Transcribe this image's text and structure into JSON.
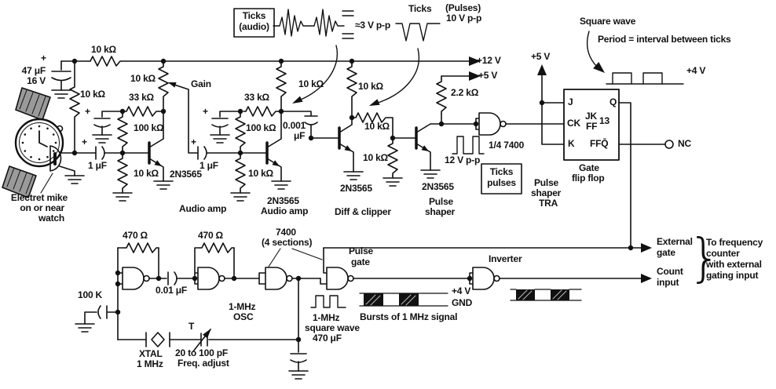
{
  "power": {
    "v12": "+12 V",
    "v5": "+5 V",
    "v5_ff": "+5 V",
    "v4_square": "+4 V",
    "v4_burst": "+4 V",
    "gnd_burst": "GND"
  },
  "input_stage": {
    "plus": "+",
    "cap_main": "47 μF",
    "cap_main_v": "16 V",
    "r_series": "10 kΩ",
    "r_bias": "10 kΩ",
    "pot_value": "10 kΩ",
    "pot_name": "Gain",
    "r_fb_a": "33 kΩ",
    "r_fb_b": "100 kΩ",
    "cap_in": "1 μF",
    "r_base": "10 kΩ",
    "transistor": "2N3565",
    "stage_name": "Audio amp",
    "mic_caption_1": "Electret mike",
    "mic_caption_2": "on or near",
    "mic_caption_3": "watch"
  },
  "amp2": {
    "r_fb_a": "33 kΩ",
    "r_fb_b": "100 kΩ",
    "cap_in": "1 μF",
    "r_base": "10 kΩ",
    "r_coll": "10 kΩ",
    "transistor": "2N3565",
    "stage_name": "Audio amp",
    "cap_out_val": "0.001",
    "cap_out_unit": "μF"
  },
  "clipper": {
    "r_coll": "10 kΩ",
    "r_mid": "10 kΩ",
    "r_base": "10 kΩ",
    "transistor": "2N3565",
    "stage_name": "Diff & clipper"
  },
  "shaper": {
    "r_coll": "2.2 kΩ",
    "transistor": "2N3565",
    "name_1": "Pulse",
    "name_2": "shaper",
    "wave_label": "12 V p-p",
    "nand_label": "1/4  7400",
    "block_1": "Pulse",
    "block_2": "shaper",
    "block_3": "TRA"
  },
  "flipflop": {
    "pin_j": "J",
    "pin_ck": "CK",
    "pin_k": "K",
    "pin_q": "Q",
    "pin_qbar": "FFQ̄",
    "dev_1": "JK",
    "dev_2": "FF",
    "pin_13": "13",
    "name_1": "Gate",
    "name_2": "flip flop",
    "nc": "NC"
  },
  "callouts": {
    "ticks_audio_1": "Ticks",
    "ticks_audio_2": "(audio)",
    "audio_level": "≈3 V p-p",
    "ticks": "Ticks",
    "pulses": "(Pulses)",
    "pulses_level": "10 V p-p",
    "square_wave": "Square wave",
    "period": "Period = interval between ticks",
    "ticks_pulses_1": "Ticks",
    "ticks_pulses_2": "pulses",
    "bursts": "Bursts of 1 MHz signal",
    "mhz_wave_1": "1-MHz",
    "mhz_wave_2": "square wave",
    "mhz_wave_3": "470 μF"
  },
  "osc": {
    "r_fb_1": "470 Ω",
    "r_fb_2": "470 Ω",
    "cap_couple": "0.01 μF",
    "cap_in": "100 K",
    "xtal_1": "XTAL",
    "xtal_2": "1 MHz",
    "trim_t": "T",
    "trim_1": "20 to 100 pF",
    "trim_2": "Freq. adjust",
    "name_1": "1-MHz",
    "name_2": "OSC",
    "ic_1": "7400",
    "ic_2": "(4 sections)"
  },
  "gating": {
    "pulse_gate_1": "Pulse",
    "pulse_gate_2": "gate",
    "inverter": "Inverter",
    "external_1": "External",
    "external_2": "gate",
    "count_1": "Count",
    "count_2": "input",
    "brace": "}",
    "dest_1": "To frequency",
    "dest_2": "counter",
    "dest_3": "with external",
    "dest_4": "gating input"
  }
}
